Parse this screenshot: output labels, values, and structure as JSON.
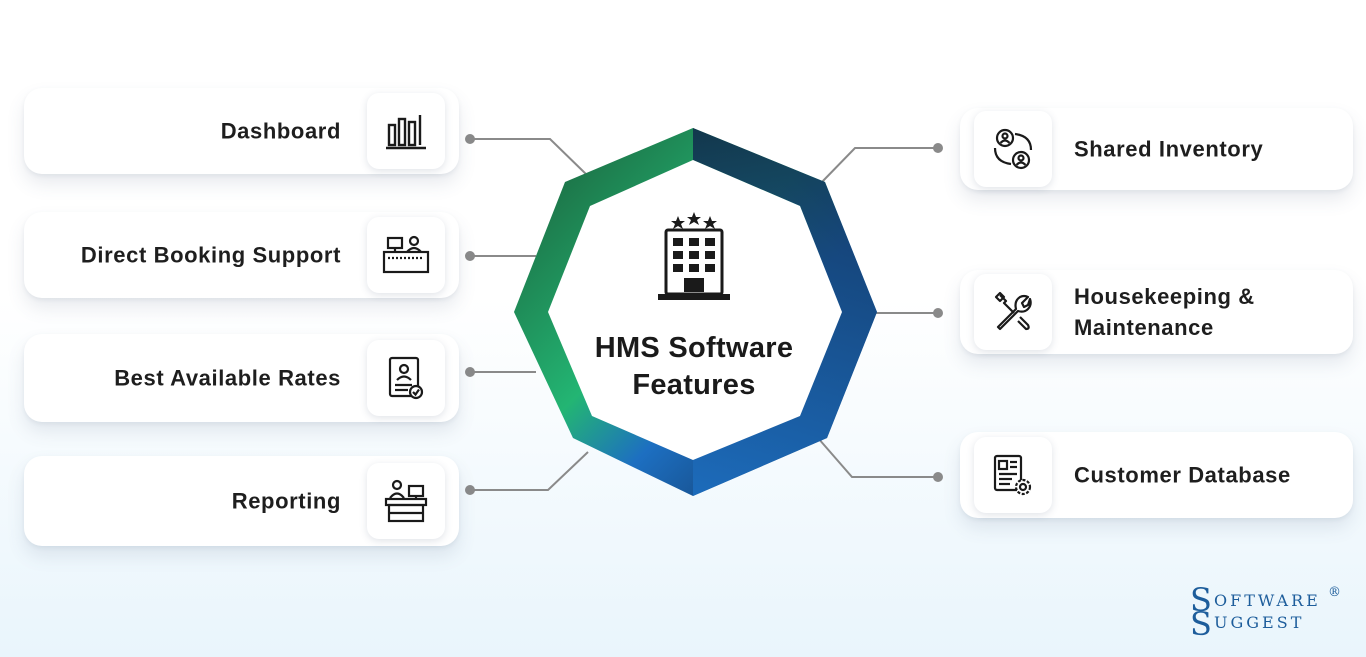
{
  "diagram": {
    "center": {
      "line1": "HMS Software",
      "line2": "Features",
      "icon": "hotel-building-icon"
    },
    "left_features": [
      {
        "label": "Dashboard",
        "icon": "bar-chart-icon"
      },
      {
        "label": "Direct Booking Support",
        "icon": "reception-desk-icon"
      },
      {
        "label": "Best Available Rates",
        "icon": "rate-document-check-icon"
      },
      {
        "label": "Reporting",
        "icon": "person-at-desk-icon"
      }
    ],
    "right_features": [
      {
        "label": "Shared Inventory",
        "icon": "users-exchange-icon"
      },
      {
        "label": "Housekeeping &",
        "label2": "Maintenance",
        "icon": "wrench-screwdriver-icon"
      },
      {
        "label": "Customer Database",
        "icon": "database-document-gear-icon"
      }
    ],
    "colors": {
      "green": "#23b573",
      "dark_green": "#1a5a37",
      "blue": "#1d6fc1",
      "navy": "#10284a",
      "connector": "#8a8a8a"
    }
  },
  "brand": {
    "first": "S",
    "top": "OFTWARE",
    "reg": "®",
    "second": "S",
    "bottom": "UGGEST"
  }
}
